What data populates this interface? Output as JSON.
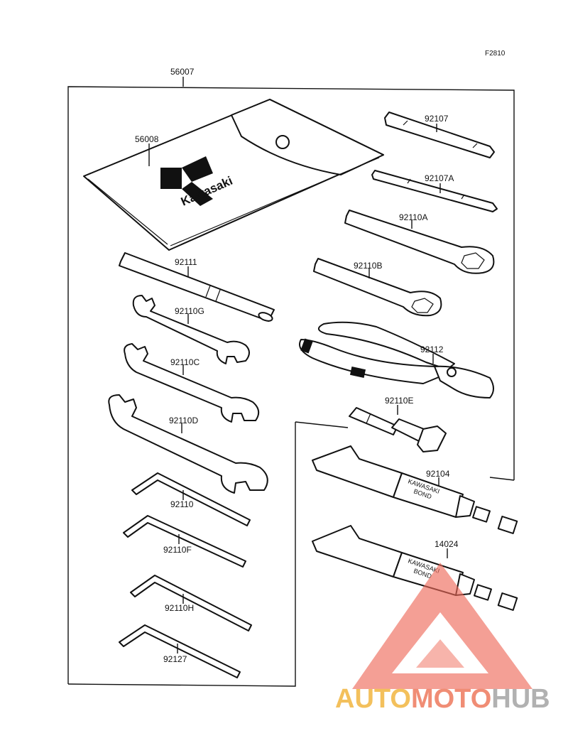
{
  "figure_code": "F2810",
  "parts": {
    "kit": "56007",
    "bag": "56008",
    "driver": "92107",
    "driver_a": "92107A",
    "wrench_a": "92110A",
    "wrench_b": "92110B",
    "handle": "92111",
    "wrench_g": "92110G",
    "pliers": "92112",
    "wrench_c": "92110C",
    "plug_wrench": "92110E",
    "wrench_d": "92110D",
    "bond_a": "92104",
    "hex": "92110",
    "bond_b": "14024",
    "hex_f": "92110F",
    "hex_h": "92110H",
    "hex_127": "92127"
  },
  "logo": {
    "brand": "Kawasaki"
  },
  "tube_text": {
    "line1": "KAWASAKI",
    "line2": "BOND"
  },
  "watermark": {
    "part1": "AUTO",
    "part2": "MOTO",
    "part3": "HUB"
  },
  "colors": {
    "line": "#111111",
    "watermark_red": "#ee6a5a",
    "watermark_yellow": "#f2b640",
    "watermark_grey": "#a4a4a4"
  }
}
